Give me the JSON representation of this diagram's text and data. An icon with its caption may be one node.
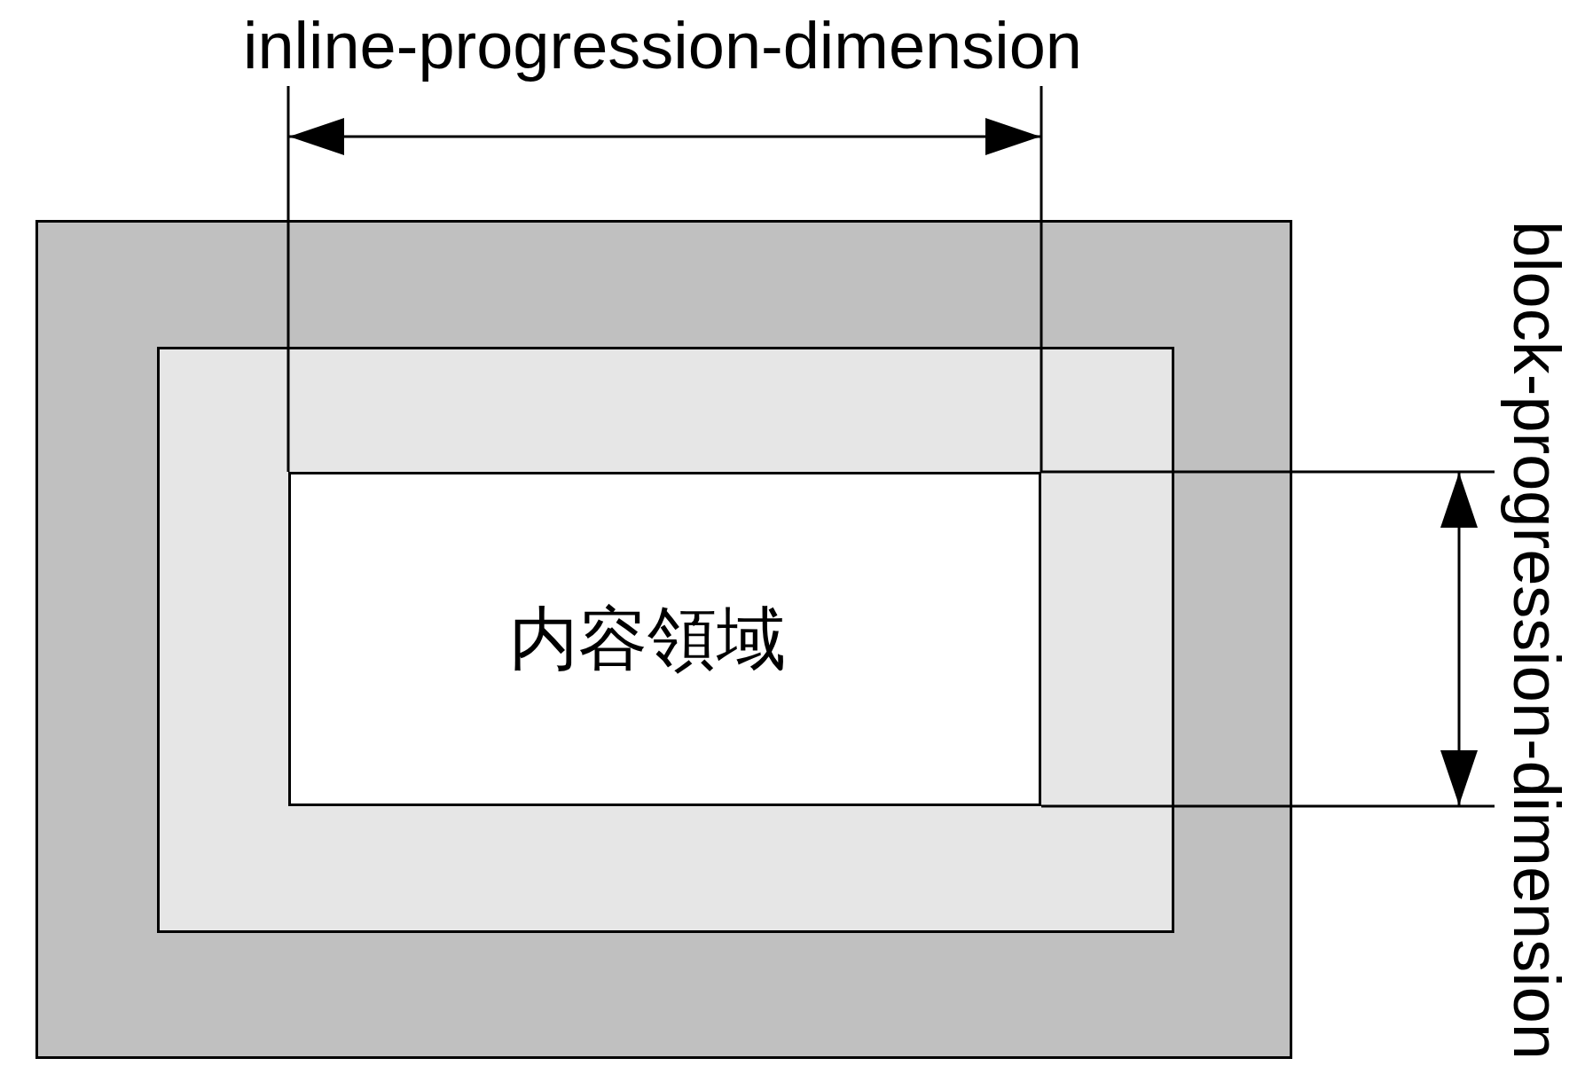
{
  "diagram": {
    "nodes": [
      {
        "text": [],
        "shape": "box"
      },
      {
        "text": [],
        "shape": "box",
        "in": 0
      },
      {
        "text": [
          "内容領域"
        ],
        "in": 1
      }
    ],
    "labels": [
      "inline-progression-dimension",
      "block-progression-dimension"
    ]
  }
}
